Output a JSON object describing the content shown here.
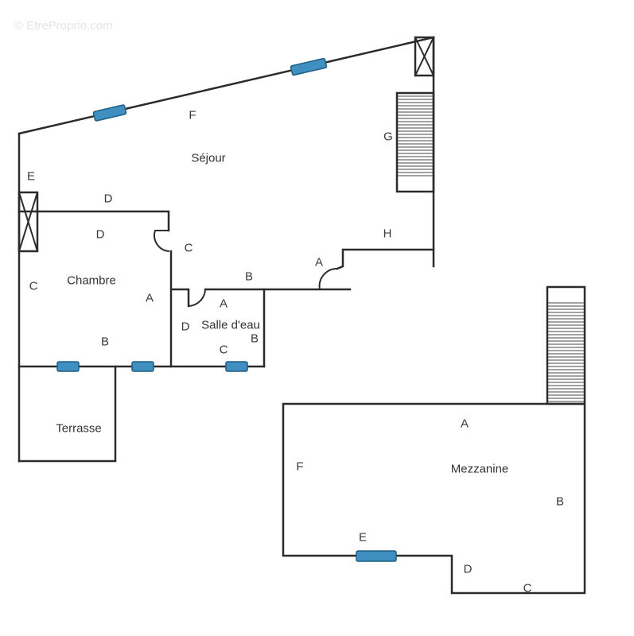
{
  "watermark": "© EtreProprio.com",
  "colors": {
    "wall": "#2b2b2b",
    "window": "#3f8fc0",
    "window_border": "#1f5f85"
  },
  "rooms": {
    "sejour": "Séjour",
    "chambre": "Chambre",
    "salle_deau": "Salle d'eau",
    "terrasse": "Terrasse",
    "mezzanine": "Mezzanine"
  },
  "wall_labels": {
    "sejour_F": "F",
    "sejour_G": "G",
    "sejour_H": "H",
    "sejour_A": "A",
    "sejour_B": "B",
    "sejour_C": "C",
    "sejour_D": "D",
    "sejour_E": "E",
    "chambre_D": "D",
    "chambre_C": "C",
    "chambre_A": "A",
    "chambre_B": "B",
    "sde_A": "A",
    "sde_D": "D",
    "sde_B": "B",
    "sde_C": "C",
    "mezz_A": "A",
    "mezz_B": "B",
    "mezz_C": "C",
    "mezz_D": "D",
    "mezz_E": "E",
    "mezz_F": "F"
  }
}
